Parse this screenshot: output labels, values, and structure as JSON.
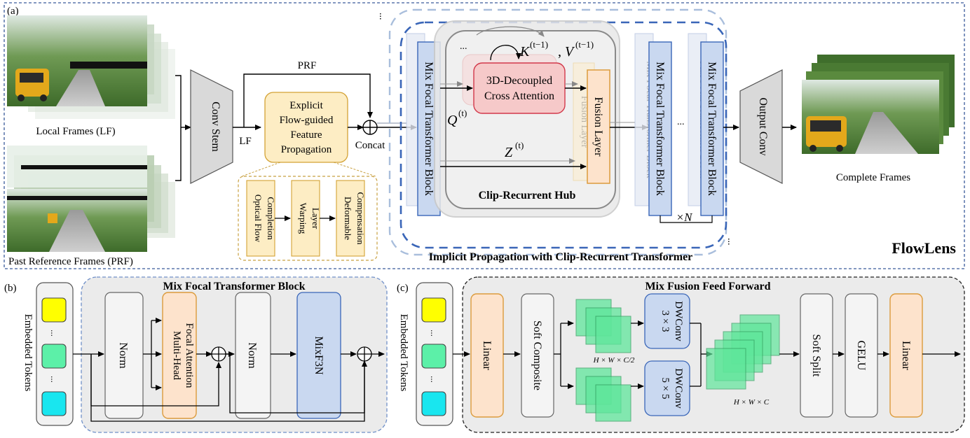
{
  "panels": {
    "a": {
      "tag": "(a)",
      "method_name": "FlowLens"
    },
    "b": {
      "tag": "(b)"
    },
    "c": {
      "tag": "(c)"
    }
  },
  "inputs": {
    "local_frames": "Local Frames (LF)",
    "past_reference_frames": "Past Reference Frames (PRF)",
    "output_frames": "Complete Frames"
  },
  "modules": {
    "conv_stem": "Conv Stem",
    "output_conv": "Output Conv",
    "prf_label": "PRF",
    "lf_label": "LF",
    "concat_label": "Concat",
    "explicit_prop": [
      "Explicit",
      "Flow-guided",
      "Feature",
      "Propagation"
    ],
    "explicit_sub": [
      [
        "Optical Flow",
        "Completion"
      ],
      [
        "Warping",
        "Layer"
      ],
      [
        "Deformable",
        "Compensation"
      ]
    ],
    "mix_focal_block": "Mix Focal Transformer Block",
    "clip_recurrent_hub": "Clip-Recurrent Hub",
    "cross_attention": [
      "3D-Decoupled",
      "Cross Attention"
    ],
    "fusion_layer": "Fusion Layer",
    "k_label": "K",
    "v_label": "V",
    "kv_superscript": "(t−1)",
    "q_label": "Q",
    "z_label": "Z",
    "t_superscript": "(t)",
    "kv_separator": ",",
    "times_n": "×N",
    "ellipsis": "...",
    "implicit_caption": "Implicit Propagation with Clip-Recurrent Transformer"
  },
  "panel_b": {
    "title": "Mix Focal Transformer Block",
    "embedded_tokens": "Embedded Tokens",
    "norm": "Norm",
    "attention": [
      "Multi-Head",
      "Focal Attention"
    ],
    "mixf3n": "MixF3N",
    "token_colors": [
      "#ffff00",
      "#5cf0a8",
      "#19e6ef"
    ]
  },
  "panel_c": {
    "title": "Mix Fusion Feed Forward",
    "embedded_tokens": "Embedded Tokens",
    "linear": "Linear",
    "soft_composite": "Soft Composite",
    "dwconv_3": [
      "3 × 3",
      "DWConv"
    ],
    "dwconv_5": [
      "5 × 5",
      "DWConv"
    ],
    "half_shape": "H × W × C/2",
    "full_shape": "H × W × C",
    "soft_split": "Soft  Split",
    "gelu": "GELU"
  },
  "colors": {
    "dashed_border": "#3a5a9a",
    "explicit_fill": "#fdedc4",
    "explicit_stroke": "#d3a235",
    "block_blue_fill": "#c9d8f0",
    "block_blue_stroke": "#3a66b8",
    "attention_red_fill": "#f6c9c9",
    "attention_red_stroke": "#d2384a",
    "linear_fill": "#fde3cc",
    "linear_stroke": "#dc9b3c",
    "green_feature": "#5fe69b",
    "gray_box": "#f2f2f2"
  }
}
